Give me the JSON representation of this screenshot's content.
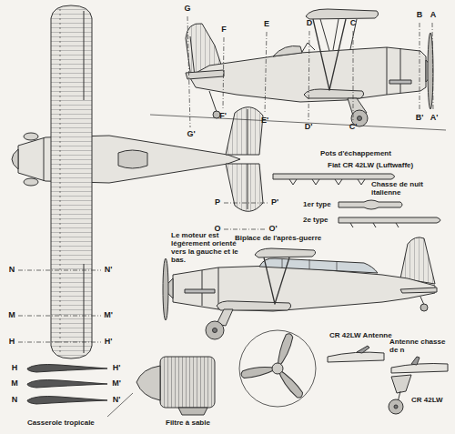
{
  "diagram": {
    "labels": [
      "G",
      "F",
      "E",
      "D",
      "C",
      "B",
      "A",
      "G'",
      "F'",
      "E'",
      "D'",
      "C'",
      "B'",
      "A'",
      "O",
      "O'",
      "P",
      "P'",
      "N",
      "N'",
      "M",
      "M'",
      "H",
      "H'",
      "H",
      "H'",
      "M",
      "M'",
      "N",
      "N'",
      "Pots d'échappement",
      "Fiat CR 42LW (Luftwaffe)",
      "Chasse de nuit italienne",
      "1er type",
      "2e type",
      "Le moteur est légèrement orienté vers la gauche et le bas.",
      "Biplace de l'après-guerre",
      "CR 42LW Antenne",
      "Antenne chasse de n",
      "CR 42LW",
      "Casserole tropicale",
      "Filtre à sable"
    ]
  }
}
